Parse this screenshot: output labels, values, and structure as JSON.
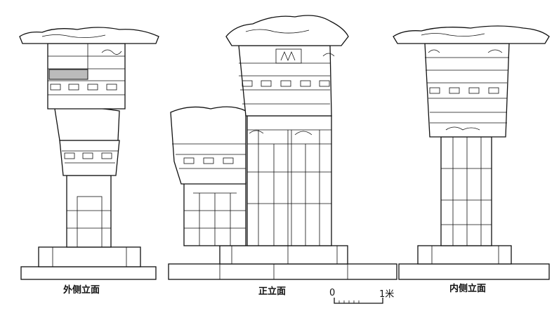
{
  "labels": {
    "outer_side": "外侧立面",
    "front": "正立面",
    "inner_side": "内侧立面"
  },
  "scale_bar": {
    "start": "0",
    "end": "1米"
  }
}
